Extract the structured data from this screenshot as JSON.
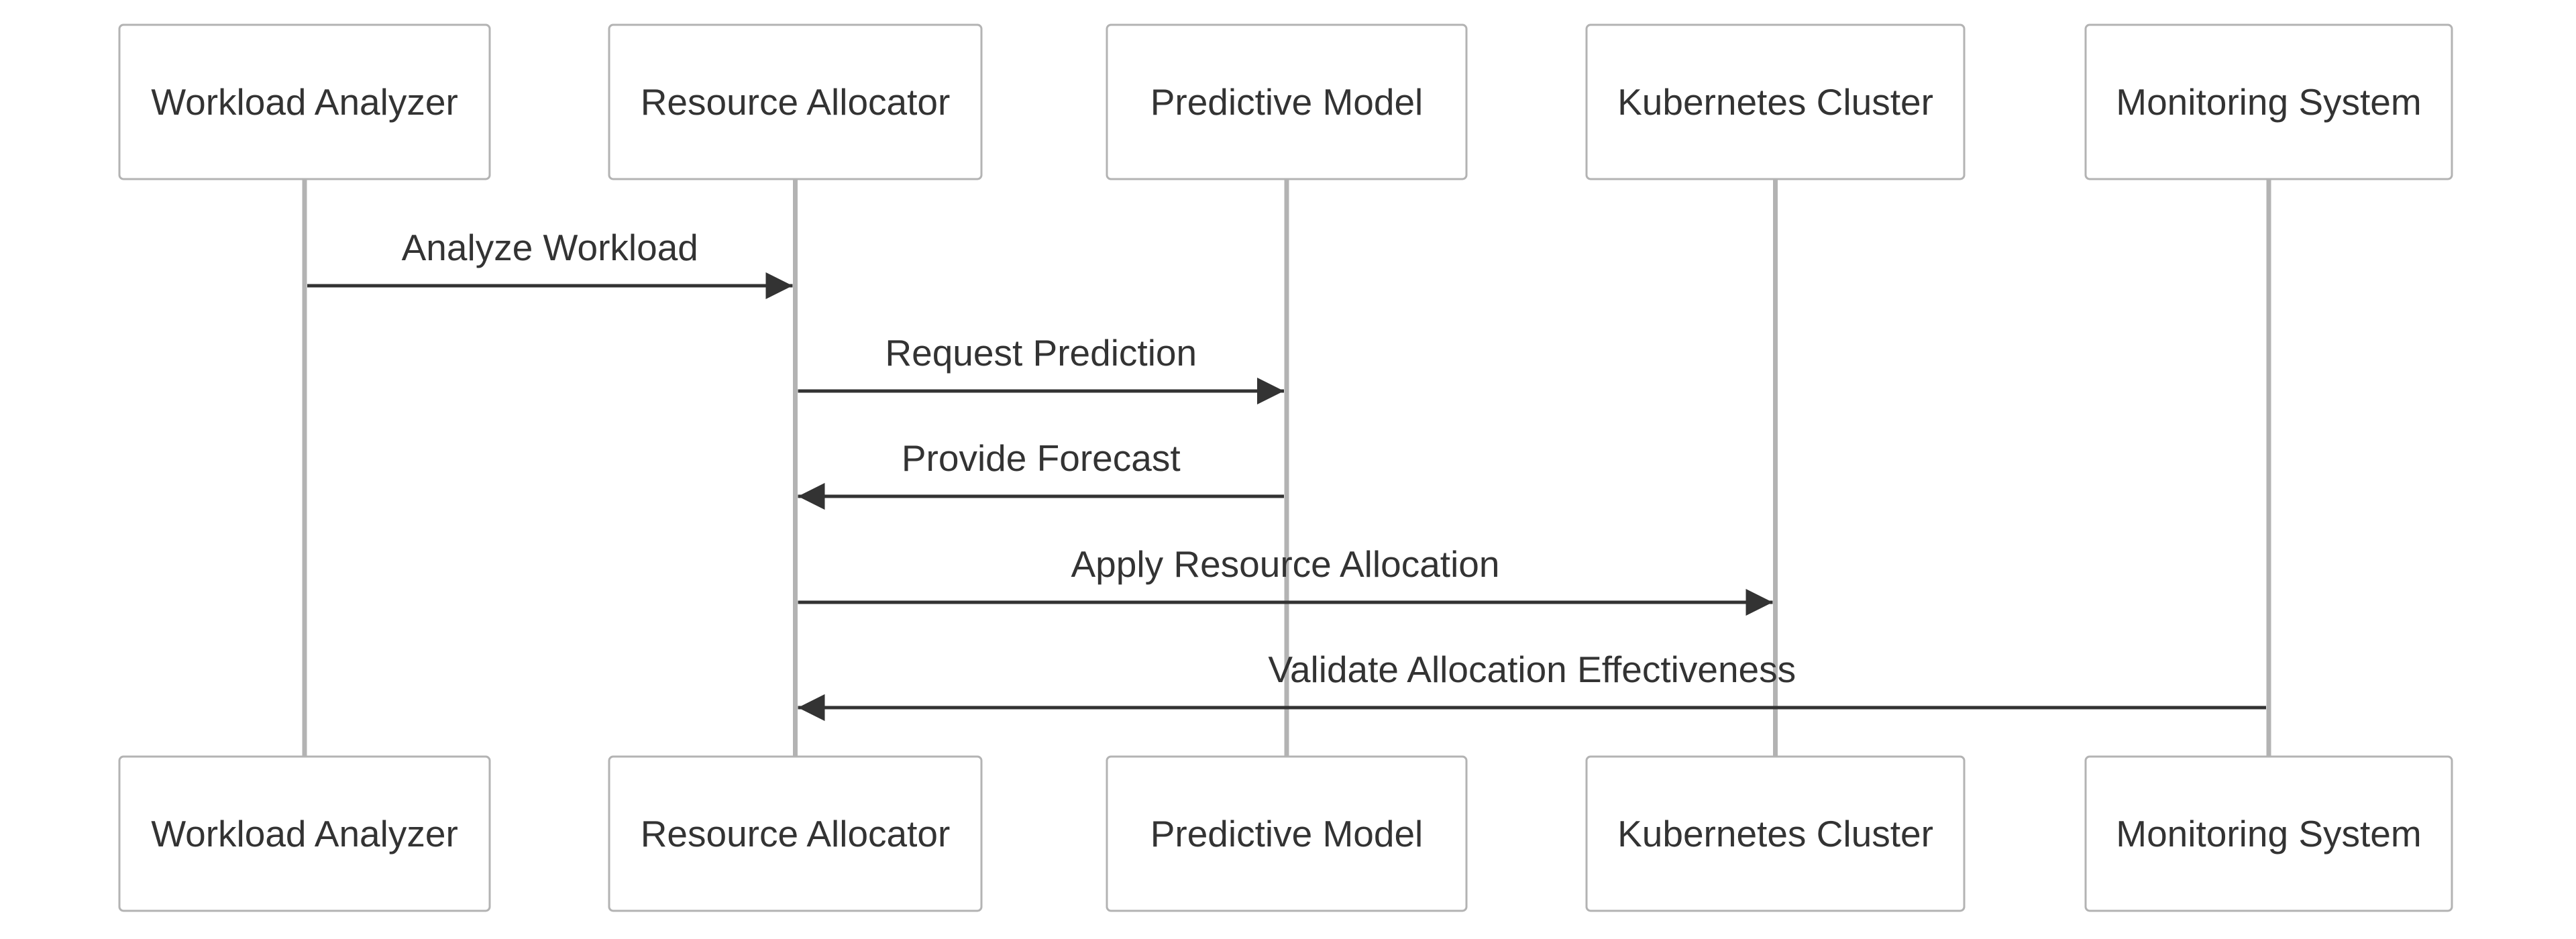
{
  "colors": {
    "background": "#ffffff",
    "actor_border": "#b3b3b3",
    "lifeline": "#b3b3b3",
    "text": "#333333",
    "arrow": "#333333"
  },
  "participants": [
    {
      "id": "workload-analyzer",
      "label": "Workload Analyzer"
    },
    {
      "id": "resource-allocator",
      "label": "Resource Allocator"
    },
    {
      "id": "predictive-model",
      "label": "Predictive Model"
    },
    {
      "id": "kubernetes-cluster",
      "label": "Kubernetes Cluster"
    },
    {
      "id": "monitoring-system",
      "label": "Monitoring System"
    }
  ],
  "messages": [
    {
      "from": "workload-analyzer",
      "to": "resource-allocator",
      "label": "Analyze Workload"
    },
    {
      "from": "resource-allocator",
      "to": "predictive-model",
      "label": "Request Prediction"
    },
    {
      "from": "predictive-model",
      "to": "resource-allocator",
      "label": "Provide Forecast"
    },
    {
      "from": "resource-allocator",
      "to": "kubernetes-cluster",
      "label": "Apply Resource Allocation"
    },
    {
      "from": "monitoring-system",
      "to": "resource-allocator",
      "label": "Validate Allocation Effectiveness"
    }
  ]
}
